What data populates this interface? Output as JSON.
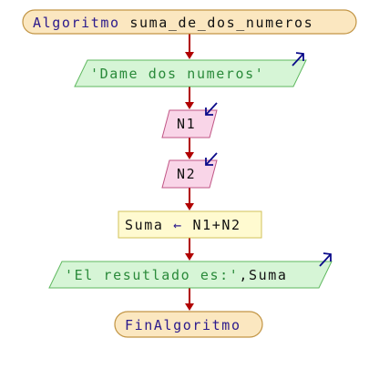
{
  "start": {
    "keyword": "Algoritmo",
    "name": "suma_de_dos_numeros"
  },
  "output_1": {
    "text": "'Dame dos numeros'"
  },
  "input_1": {
    "text": "N1"
  },
  "input_2": {
    "text": "N2"
  },
  "assignment": {
    "target": "Suma",
    "operator": "←",
    "expression": "N1+N2"
  },
  "output_2": {
    "string": "'El resutlado es:'",
    "rest": ",Suma"
  },
  "end": {
    "text": "FinAlgoritmo"
  },
  "colors": {
    "terminal_fill": "#fbe7c0",
    "terminal_text": "#2b1a8c",
    "output_fill": "#d6f5d6",
    "output_text": "#2a8a3a",
    "input_fill": "#f9d5e8",
    "process_fill": "#fffad0",
    "flow_arrow": "#b00000",
    "io_direction_arrow": "#0a0a8a"
  }
}
